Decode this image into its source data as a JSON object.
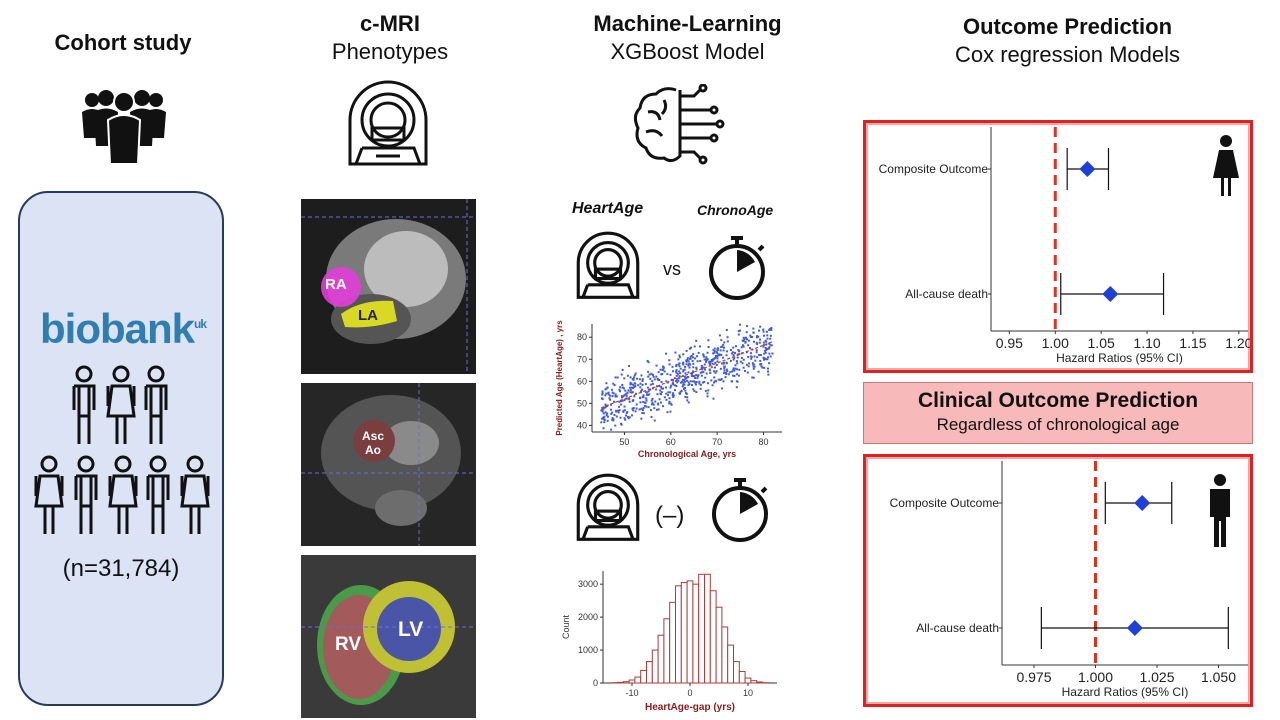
{
  "columns": {
    "cohort": {
      "title": "Cohort study"
    },
    "cmri": {
      "title": "c-MRI",
      "subtitle": "Phenotypes"
    },
    "ml": {
      "title": "Machine-Learning",
      "subtitle": "XGBoost Model"
    },
    "outcome": {
      "title": "Outcome Prediction",
      "subtitle": "Cox regression Models"
    }
  },
  "cohort": {
    "brand": "biobank",
    "brand_suffix": "uk",
    "n_label": "(n=31,784)"
  },
  "mri_labels": {
    "ra": "RA",
    "la": "LA",
    "asc": "Asc",
    "ao": "Ao",
    "rv": "RV",
    "lv": "LV"
  },
  "ml": {
    "heartage": "HeartAge",
    "chronoage": "ChronoAge",
    "vs": "vs",
    "minus": "(–)"
  },
  "clinical_box": {
    "title": "Clinical Outcome Prediction",
    "subtitle": "Regardless of chronological age"
  },
  "icons": [
    "crowd-icon",
    "mri-scanner-icon",
    "brain-circuit-icon",
    "stopwatch-icon",
    "female-icon",
    "male-icon"
  ],
  "colors": {
    "red_ref": "#e03020",
    "diamond": "#1f3fd6",
    "scatter": "#1f3fd6",
    "hist": "#b03a3a",
    "axis_red": "#8b1a1a"
  },
  "chart_data": [
    {
      "type": "scatter",
      "title": "",
      "xlabel": "Chronological Age, yrs",
      "ylabel": "Predicted Age (HeartAge) , yrs",
      "xlim": [
        43,
        84
      ],
      "ylim": [
        37,
        86
      ],
      "xticks": [
        50,
        60,
        70,
        80
      ],
      "yticks": [
        40,
        50,
        60,
        70,
        80
      ],
      "trend": {
        "x": [
          45,
          82
        ],
        "y": [
          48,
          78
        ]
      }
    },
    {
      "type": "bar",
      "title": "",
      "xlabel": "HeartAge-gap (yrs)",
      "ylabel": "Count",
      "xlim": [
        -15,
        15
      ],
      "ylim": [
        0,
        3400
      ],
      "xticks": [
        -10,
        0,
        10
      ],
      "yticks": [
        0,
        1000,
        2000,
        3000
      ],
      "bins_x": [
        -13,
        -12,
        -11,
        -10,
        -9,
        -8,
        -7,
        -6,
        -5,
        -4,
        -3,
        -2,
        -1,
        0,
        1,
        2,
        3,
        4,
        5,
        6,
        7,
        8,
        9,
        10,
        11,
        12,
        13
      ],
      "values": [
        10,
        20,
        40,
        90,
        180,
        380,
        650,
        1000,
        1450,
        1950,
        2450,
        2950,
        3050,
        3100,
        3000,
        3300,
        3300,
        2800,
        2300,
        1700,
        1150,
        650,
        350,
        150,
        70,
        30,
        10
      ]
    },
    {
      "type": "scatter",
      "title": "",
      "xlabel": "Hazard Ratios (95% CI)",
      "categories": [
        "Composite Outcome",
        "All-cause death"
      ],
      "estimate": [
        1.035,
        1.06
      ],
      "ci_low": [
        1.013,
        1.006
      ],
      "ci_high": [
        1.058,
        1.118
      ],
      "reference": 1.0,
      "xlim": [
        0.93,
        1.21
      ],
      "xticks": [
        0.95,
        1.0,
        1.05,
        1.1,
        1.15,
        1.2
      ]
    },
    {
      "type": "scatter",
      "title": "",
      "xlabel": "Hazard Ratios (95% CI)",
      "categories": [
        "Composite Outcome",
        "All-cause death"
      ],
      "estimate": [
        1.019,
        1.016
      ],
      "ci_low": [
        1.004,
        0.978
      ],
      "ci_high": [
        1.031,
        1.054
      ],
      "reference": 1.0,
      "xlim": [
        0.962,
        1.062
      ],
      "xticks": [
        0.975,
        1.0,
        1.025,
        1.05
      ]
    }
  ]
}
